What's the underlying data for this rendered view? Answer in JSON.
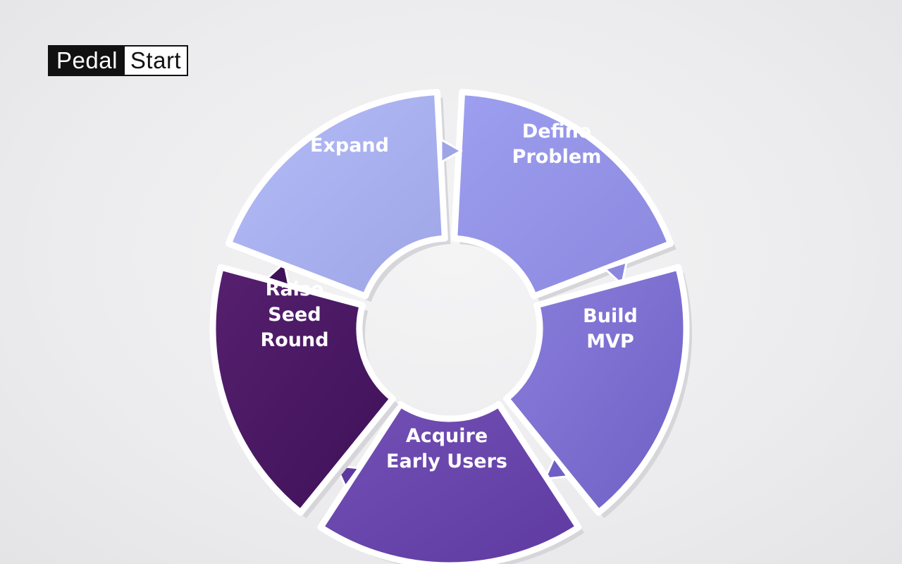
{
  "logo": {
    "word1": "Pedal",
    "word2": "Start"
  },
  "cycle": {
    "segments": [
      {
        "id": "define-problem",
        "lines": [
          "Define",
          "Problem"
        ],
        "color_start": "#9d9ff0",
        "color_end": "#8b87de"
      },
      {
        "id": "build-mvp",
        "lines": [
          "Build",
          "MVP"
        ],
        "color_start": "#8a7fdc",
        "color_end": "#6f5fc4"
      },
      {
        "id": "acquire-early-users",
        "lines": [
          "Acquire",
          "Early Users"
        ],
        "color_start": "#7351b6",
        "color_end": "#5e3aa0"
      },
      {
        "id": "raise-seed-round",
        "lines": [
          "Raise",
          "Seed",
          "Round"
        ],
        "color_start": "#56206f",
        "color_end": "#3e1158"
      },
      {
        "id": "expand",
        "lines": [
          "Expand"
        ],
        "color_start": "#b4bcf8",
        "color_end": "#9ea5e6"
      }
    ]
  }
}
